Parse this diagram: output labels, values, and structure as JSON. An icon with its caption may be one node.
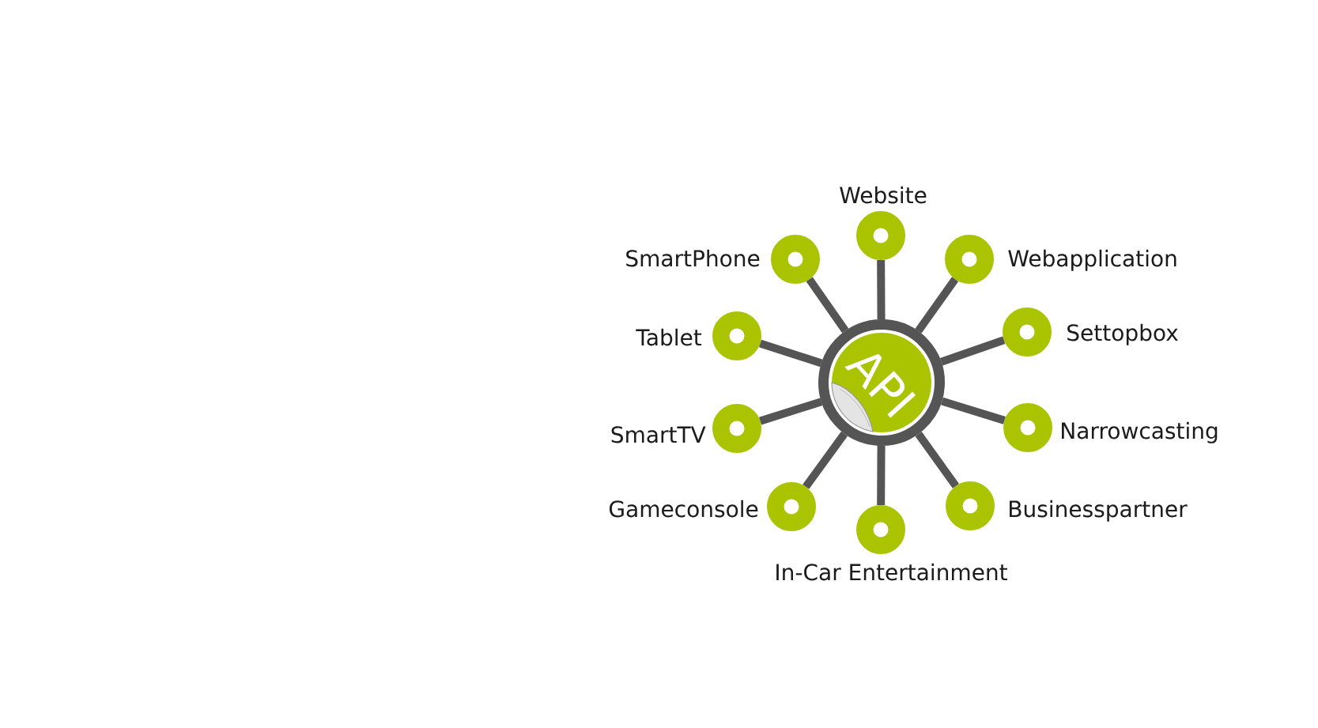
{
  "diagram": {
    "nodes": [
      {
        "text": [
          "API"
        ]
      },
      {
        "text": [],
        "shape": "circle",
        "beside": [
          "Website"
        ]
      },
      {
        "text": [],
        "shape": "circle",
        "beside": [
          "SmartPhone"
        ]
      },
      {
        "text": [],
        "shape": "circle",
        "beside": [
          "Webapplication"
        ]
      },
      {
        "text": [],
        "shape": "circle",
        "beside": [
          "Tablet"
        ]
      },
      {
        "text": [],
        "shape": "circle",
        "beside": [
          "Settopbox"
        ]
      },
      {
        "text": [],
        "shape": "circle",
        "beside": [
          "SmartTV"
        ]
      },
      {
        "text": [],
        "shape": "circle",
        "beside": [
          "Narrowcasting"
        ]
      },
      {
        "text": [],
        "shape": "circle",
        "beside": [
          "Gameconsole"
        ]
      },
      {
        "text": [],
        "shape": "circle",
        "beside": [
          "Businesspartner"
        ]
      },
      {
        "text": [],
        "shape": "circle",
        "beside": [
          "In-Car Entertainment"
        ]
      }
    ],
    "edges": [
      {
        "from": 0,
        "to": 1,
        "arrow": "none"
      },
      {
        "from": 0,
        "to": 2,
        "arrow": "none"
      },
      {
        "from": 0,
        "to": 3,
        "arrow": "none"
      },
      {
        "from": 0,
        "to": 4,
        "arrow": "none"
      },
      {
        "from": 0,
        "to": 5,
        "arrow": "none"
      },
      {
        "from": 0,
        "to": 6,
        "arrow": "none"
      },
      {
        "from": 0,
        "to": 7,
        "arrow": "none"
      },
      {
        "from": 0,
        "to": 8,
        "arrow": "none"
      },
      {
        "from": 0,
        "to": 9,
        "arrow": "none"
      },
      {
        "from": 0,
        "to": 10,
        "arrow": "none"
      }
    ]
  }
}
